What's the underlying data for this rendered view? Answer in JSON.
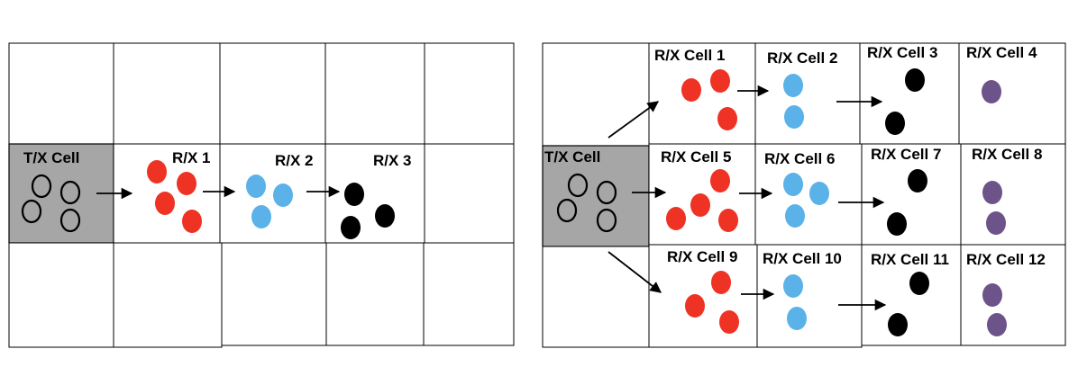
{
  "colors": {
    "red": "#ee3224",
    "blue": "#5ab2e8",
    "black": "#000000",
    "purple": "#6c5389",
    "tx_fill": "#a6a6a6",
    "outline_ring": "#000000"
  },
  "left_diagram": {
    "tx_label": "T/X Cell",
    "rx1_label": "R/X 1",
    "rx2_label": "R/X 2",
    "rx3_label": "R/X 3"
  },
  "right_diagram": {
    "tx_label": "T/X Cell",
    "cells": [
      "R/X Cell 1",
      "R/X Cell 2",
      "R/X Cell 3",
      "R/X Cell 4",
      "R/X Cell 5",
      "R/X Cell 6",
      "R/X Cell 7",
      "R/X Cell 8",
      "R/X Cell 9",
      "R/X Cell 10",
      "R/X Cell 11",
      "R/X Cell 12"
    ]
  }
}
